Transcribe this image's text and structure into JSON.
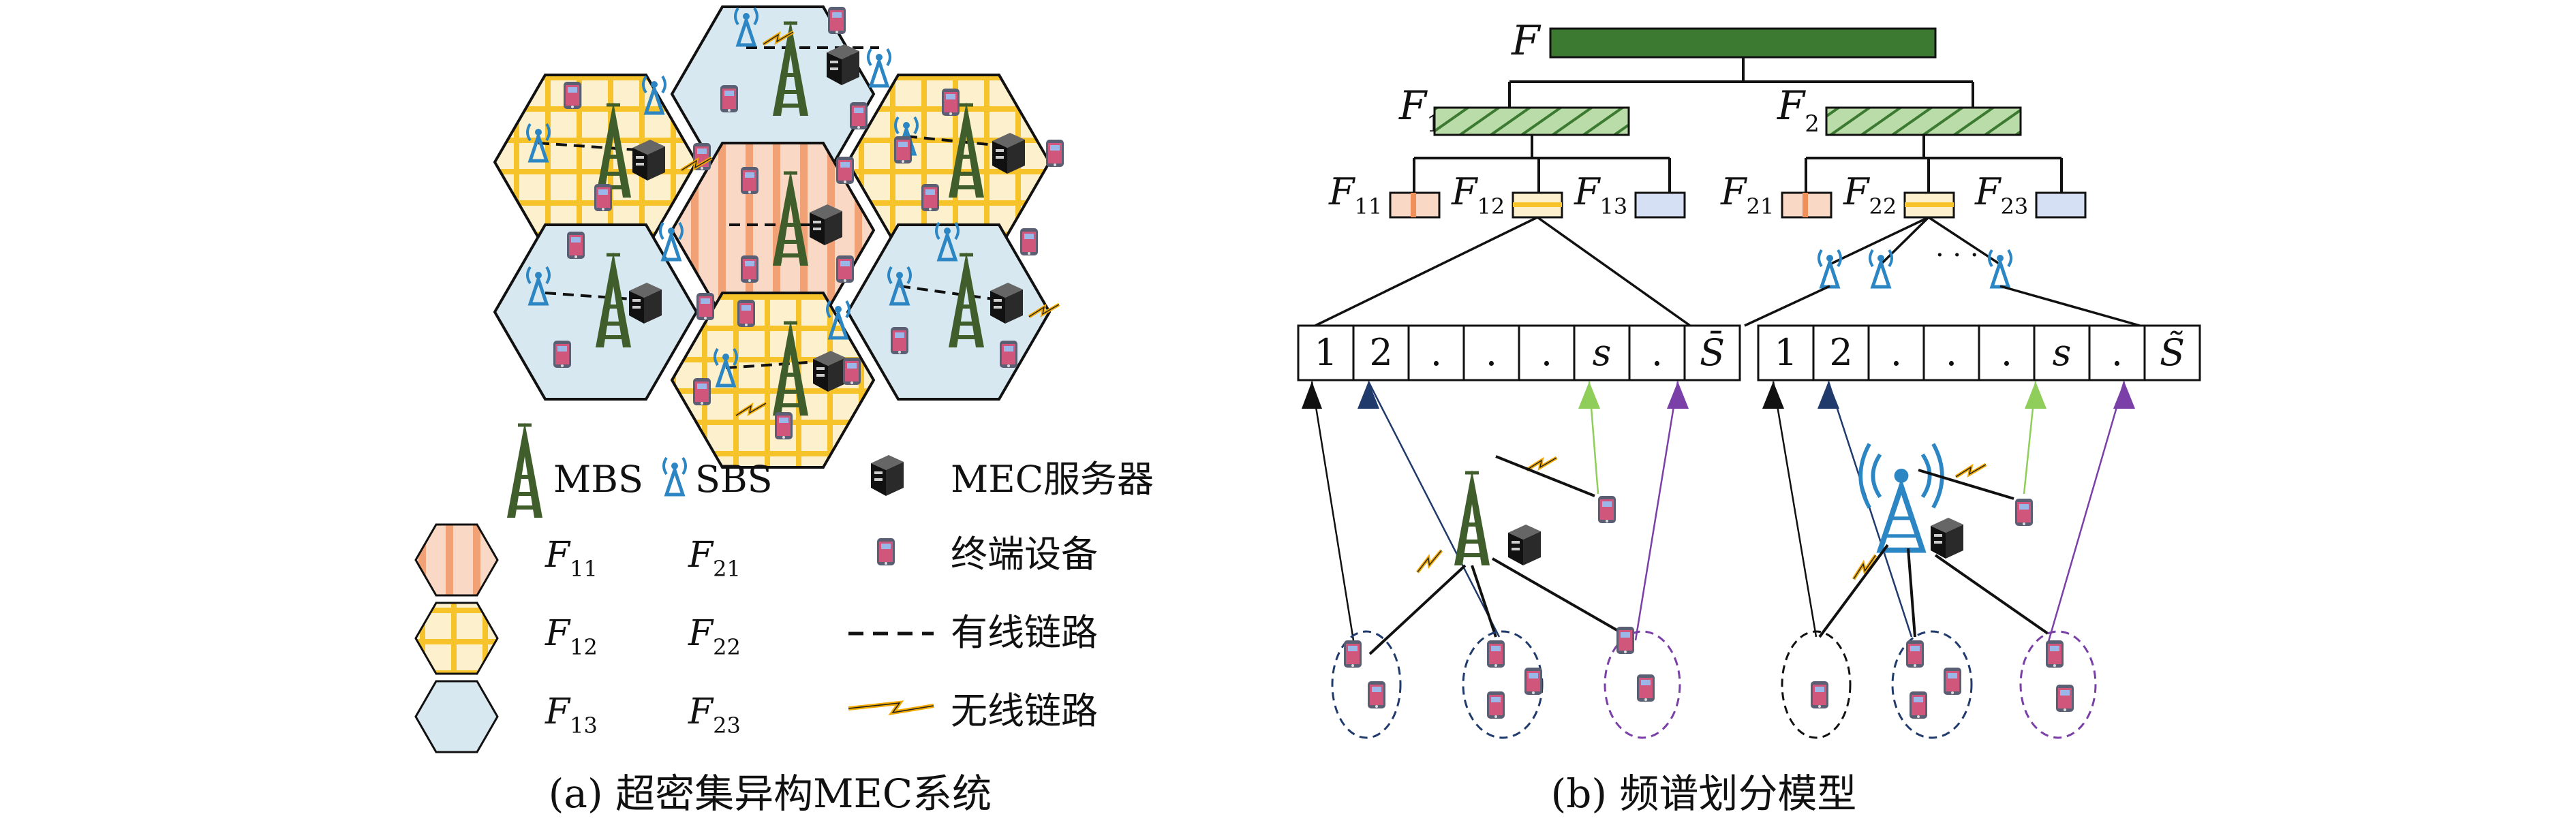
{
  "colors": {
    "orange_fill": "#f9d9c6",
    "orange_stripe": "#ef8f5a",
    "yellow_fill": "#fdf0cc",
    "yellow_grid": "#f6c32a",
    "blue_fill": "#d7e8f0",
    "mbs_green": "#3f5e2b",
    "sbs_blue": "#2c86c4",
    "root_bar": "#3c7a32",
    "mid_bar": "#b9dca8",
    "f13_box": "#d6e0f4",
    "lightning": "#f2a900",
    "arrow_black": "#111111",
    "arrow_navy": "#1f3a6b",
    "arrow_green": "#8fce5a",
    "arrow_purple": "#7b3fa8"
  },
  "panel_a": {
    "caption": "(a) 超密集异构MEC系统",
    "legend": {
      "mbs": "MBS",
      "sbs": "SBS",
      "mec": "MEC服务器",
      "terminal": "终端设备",
      "wired": "有线链路",
      "wireless": "无线链路",
      "f11_main": "F",
      "f11_sub": "11",
      "f12_main": "F",
      "f12_sub": "12",
      "f13_main": "F",
      "f13_sub": "13",
      "f21_main": "F",
      "f21_sub": "21",
      "f22_main": "F",
      "f22_sub": "22",
      "f23_main": "F",
      "f23_sub": "23"
    },
    "icons": [
      "tower-icon",
      "antenna-icon",
      "server-icon",
      "phone-icon",
      "lightning-icon"
    ]
  },
  "panel_b": {
    "caption": "(b) 频谱划分模型",
    "tree": {
      "root": "F",
      "f1_main": "F",
      "f1_sub": "1",
      "f2_main": "F",
      "f2_sub": "2",
      "f11_main": "F",
      "f11_sub": "11",
      "f12_main": "F",
      "f12_sub": "12",
      "f13_main": "F",
      "f13_sub": "13",
      "f21_main": "F",
      "f21_sub": "21",
      "f22_main": "F",
      "f22_sub": "22",
      "f23_main": "F",
      "f23_sub": "23",
      "dots": "· · ·"
    },
    "left_channels": [
      "1",
      "2",
      ".",
      ".",
      ".",
      "s",
      ".",
      "S̄"
    ],
    "right_channels": [
      "1",
      "2",
      ".",
      ".",
      ".",
      "s",
      ".",
      "S̃"
    ]
  }
}
